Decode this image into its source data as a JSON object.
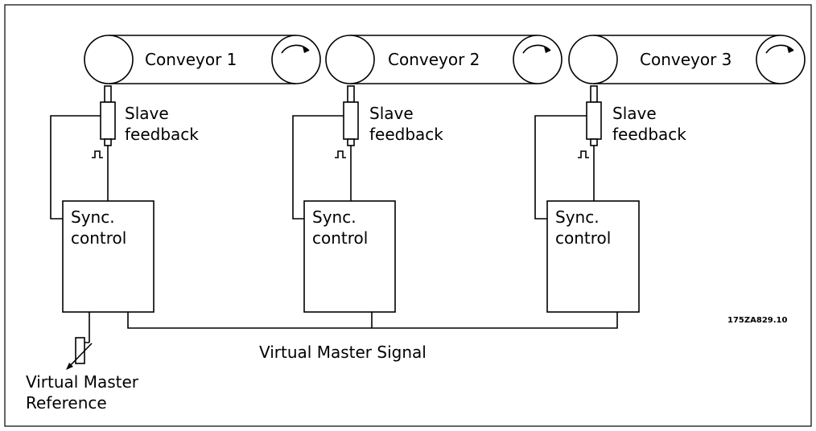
{
  "conveyors": [
    {
      "label": "Conveyor 1"
    },
    {
      "label": "Conveyor 2"
    },
    {
      "label": "Conveyor 3"
    }
  ],
  "encoder": {
    "line1": "Slave",
    "line2": "feedback"
  },
  "controller": {
    "line1": "Sync.",
    "line2": "control"
  },
  "bus_label": "Virtual Master Signal",
  "reference": {
    "line1": "Virtual Master",
    "line2": "Reference"
  },
  "figure_code": "175ZA829.10"
}
